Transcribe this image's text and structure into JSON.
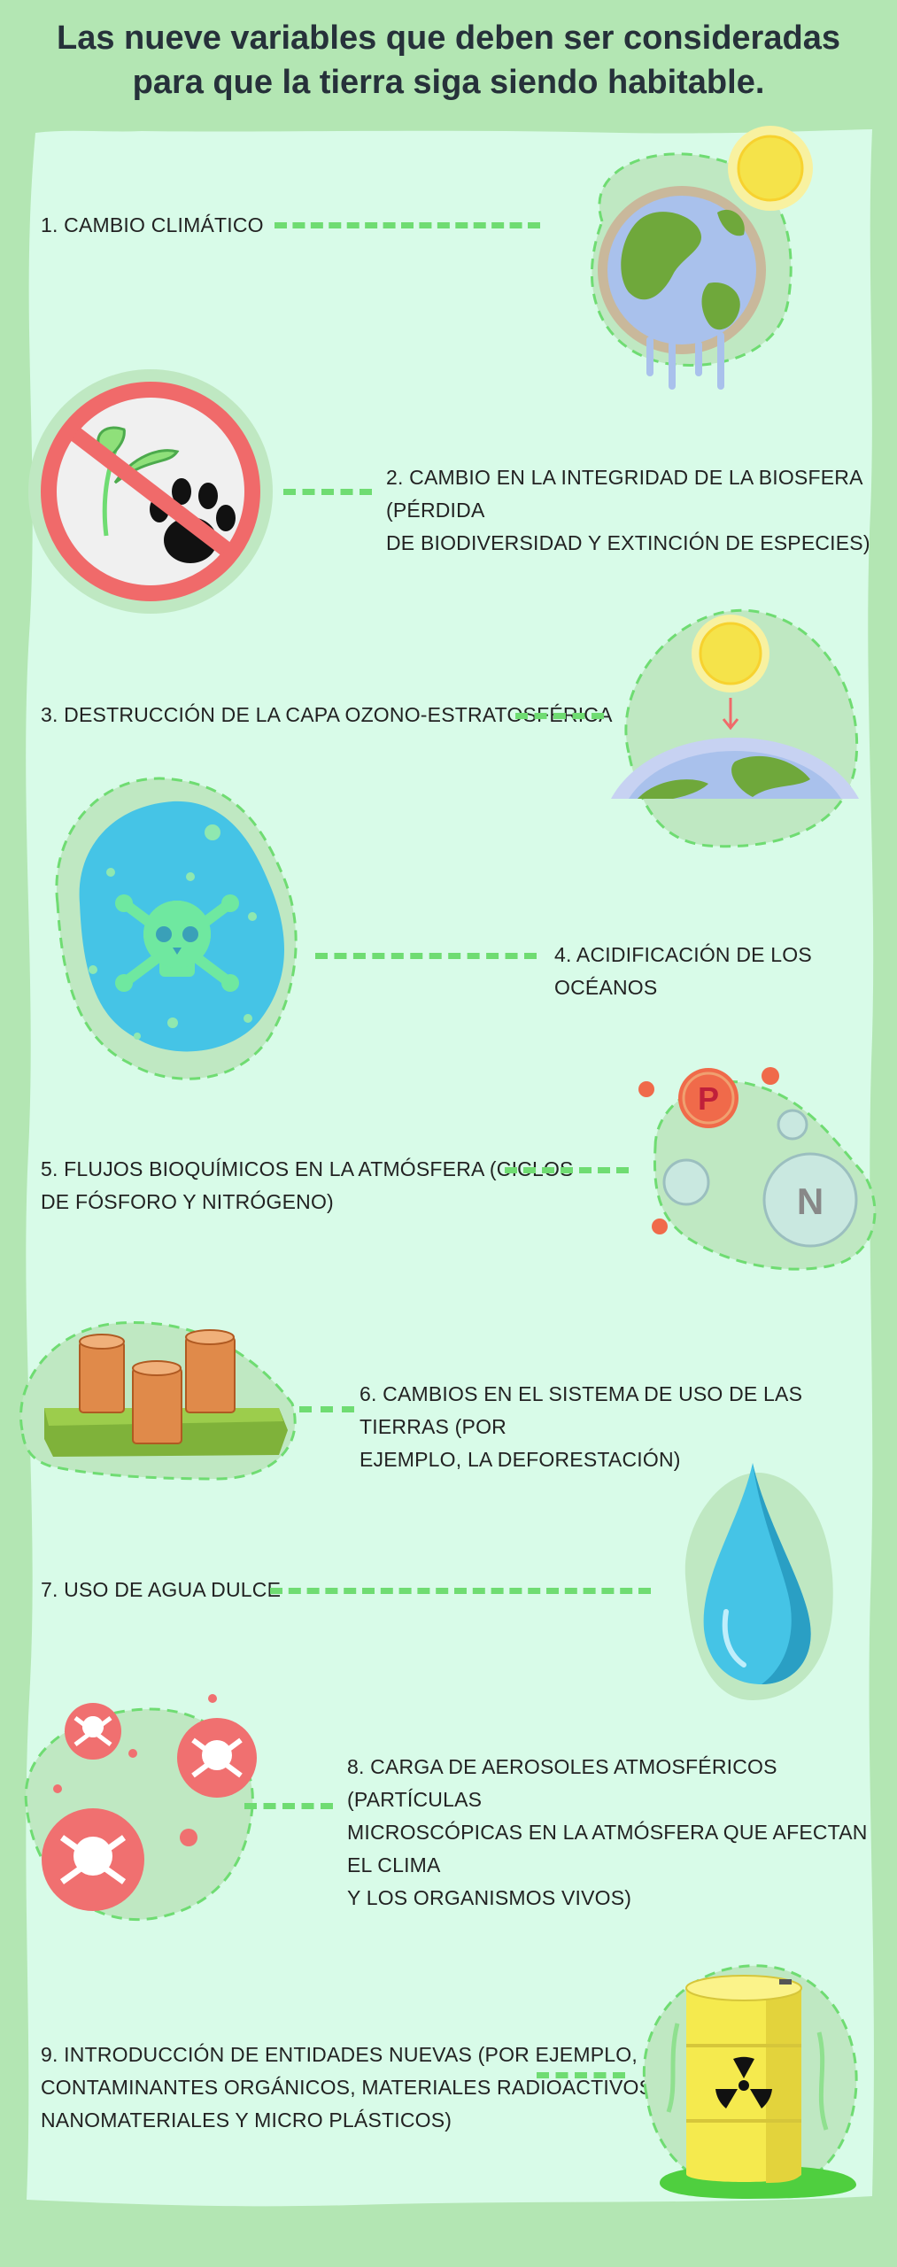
{
  "title": {
    "line1": "Las nueve variables que deben ser consideradas",
    "line2": "para que la tierra siga siendo habitable."
  },
  "items": [
    {
      "lines": [
        "1. CAMBIO CLIMÁTICO"
      ]
    },
    {
      "lines": [
        "2. CAMBIO EN LA INTEGRIDAD DE LA BIOSFERA (PÉRDIDA",
        "DE BIODIVERSIDAD Y EXTINCIÓN DE ESPECIES)"
      ]
    },
    {
      "lines": [
        "3. DESTRUCCIÓN DE LA CAPA OZONO-ESTRATOSFÉRICA"
      ]
    },
    {
      "lines": [
        "4. ACIDIFICACIÓN DE LOS OCÉANOS"
      ]
    },
    {
      "lines": [
        "5. FLUJOS BIOQUÍMICOS EN LA ATMÓSFERA (CICLOS",
        "DE FÓSFORO Y NITRÓGENO)"
      ]
    },
    {
      "lines": [
        "6. CAMBIOS EN EL SISTEMA DE USO DE LAS TIERRAS (POR",
        "EJEMPLO, LA DEFORESTACIÓN)"
      ]
    },
    {
      "lines": [
        "7. USO DE AGUA DULCE"
      ]
    },
    {
      "lines": [
        "8. CARGA DE AEROSOLES ATMOSFÉRICOS (PARTÍCULAS",
        "MICROSCÓPICAS EN LA ATMÓSFERA QUE AFECTAN EL CLIMA",
        "Y LOS ORGANISMOS VIVOS)"
      ]
    },
    {
      "lines": [
        "9. INTRODUCCIÓN DE ENTIDADES NUEVAS (POR EJEMPLO,",
        "CONTAMINANTES ORGÁNICOS, MATERIALES RADIOACTIVOS,",
        "NANOMATERIALES Y MICRO PLÁSTICOS)"
      ]
    }
  ],
  "symbols": {
    "phosphorus": "P",
    "nitrogen": "N"
  },
  "colors": {
    "background": "#b3e6b3",
    "panel": "#d8fbe8",
    "accent_dash": "#6fdc72",
    "blob": "#bfe8c2"
  },
  "icons": [
    "earth-sun-melting-icon",
    "no-wildlife-icon",
    "ozone-layer-icon",
    "toxic-ocean-icon",
    "phosphorus-nitrogen-icon",
    "deforestation-icon",
    "water-drop-icon",
    "aerosol-skulls-icon",
    "radioactive-barrel-icon"
  ]
}
